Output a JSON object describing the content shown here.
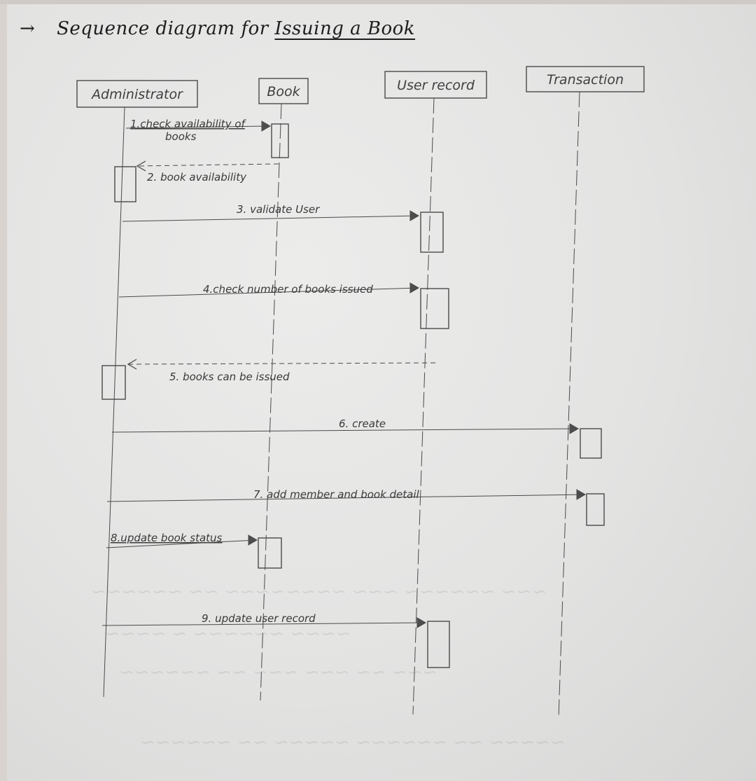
{
  "title": {
    "arrow": "→",
    "prefix": "Sequence diagram for",
    "underlined": "Issuing a Book"
  },
  "diagram": {
    "type": "sequence",
    "participants": [
      {
        "id": "administrator",
        "label": "Administrator"
      },
      {
        "id": "book",
        "label": "Book"
      },
      {
        "id": "user_record",
        "label": "User record"
      },
      {
        "id": "transaction",
        "label": "Transaction"
      }
    ],
    "messages": [
      {
        "n": 1,
        "text": "1.check availability of",
        "text2": "books",
        "from": "administrator",
        "to": "book",
        "kind": "sync"
      },
      {
        "n": 2,
        "text": "2. book availability",
        "from": "book",
        "to": "administrator",
        "kind": "return"
      },
      {
        "n": 3,
        "text": "3. validate User",
        "from": "administrator",
        "to": "user_record",
        "kind": "sync"
      },
      {
        "n": 4,
        "text": "4.check number of books issued",
        "from": "administrator",
        "to": "user_record",
        "kind": "sync"
      },
      {
        "n": 5,
        "text": "5. books can be issued",
        "from": "user_record",
        "to": "administrator",
        "kind": "return"
      },
      {
        "n": 6,
        "text": "6. create",
        "from": "administrator",
        "to": "transaction",
        "kind": "sync"
      },
      {
        "n": 7,
        "text": "7. add member and book detail",
        "from": "administrator",
        "to": "transaction",
        "kind": "sync"
      },
      {
        "n": 8,
        "text": "8.update book status",
        "from": "administrator",
        "to": "book",
        "kind": "sync"
      },
      {
        "n": 9,
        "text": "9. update user record",
        "from": "administrator",
        "to": "user_record",
        "kind": "sync"
      }
    ],
    "colors": {
      "ink": "#4a4a4a",
      "dark_ink": "#1d1d1d"
    }
  }
}
